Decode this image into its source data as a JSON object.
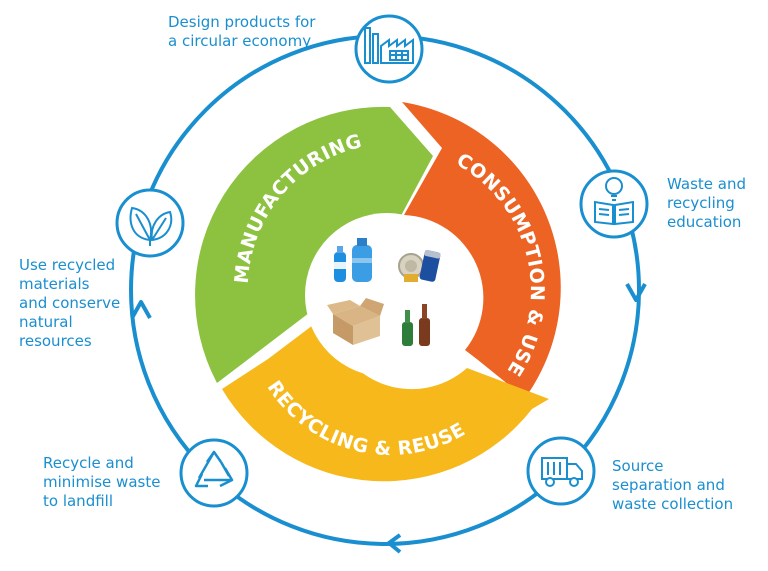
{
  "colors": {
    "cycle_blue": "#1a8fd0",
    "manufacturing_green": "#8cc23f",
    "consumption_orange": "#ec6324",
    "recycling_yellow": "#f7b81c"
  },
  "segments": {
    "manufacturing": "MANUFACTURING",
    "consumption": "CONSUMPTION & USE",
    "recycling": "RECYCLING & REUSE"
  },
  "stages": {
    "design": {
      "text": "Design products for\na circular economy",
      "icon": "factory-icon"
    },
    "education": {
      "text": "Waste and\nrecycling\neducation",
      "icon": "book-lightbulb-icon"
    },
    "collection": {
      "text": "Source\nseparation and\nwaste collection",
      "icon": "garbage-truck-icon"
    },
    "landfill": {
      "text": "Recycle and\nminimise waste\nto landfill",
      "icon": "recycle-icon"
    },
    "resources": {
      "text": "Use recycled\nmaterials\nand conserve\nnatural\nresources",
      "icon": "leaves-icon"
    }
  },
  "center_items": [
    "plastic-bottles-icon",
    "cans-icon",
    "cardboard-box-icon",
    "glass-bottles-icon"
  ]
}
